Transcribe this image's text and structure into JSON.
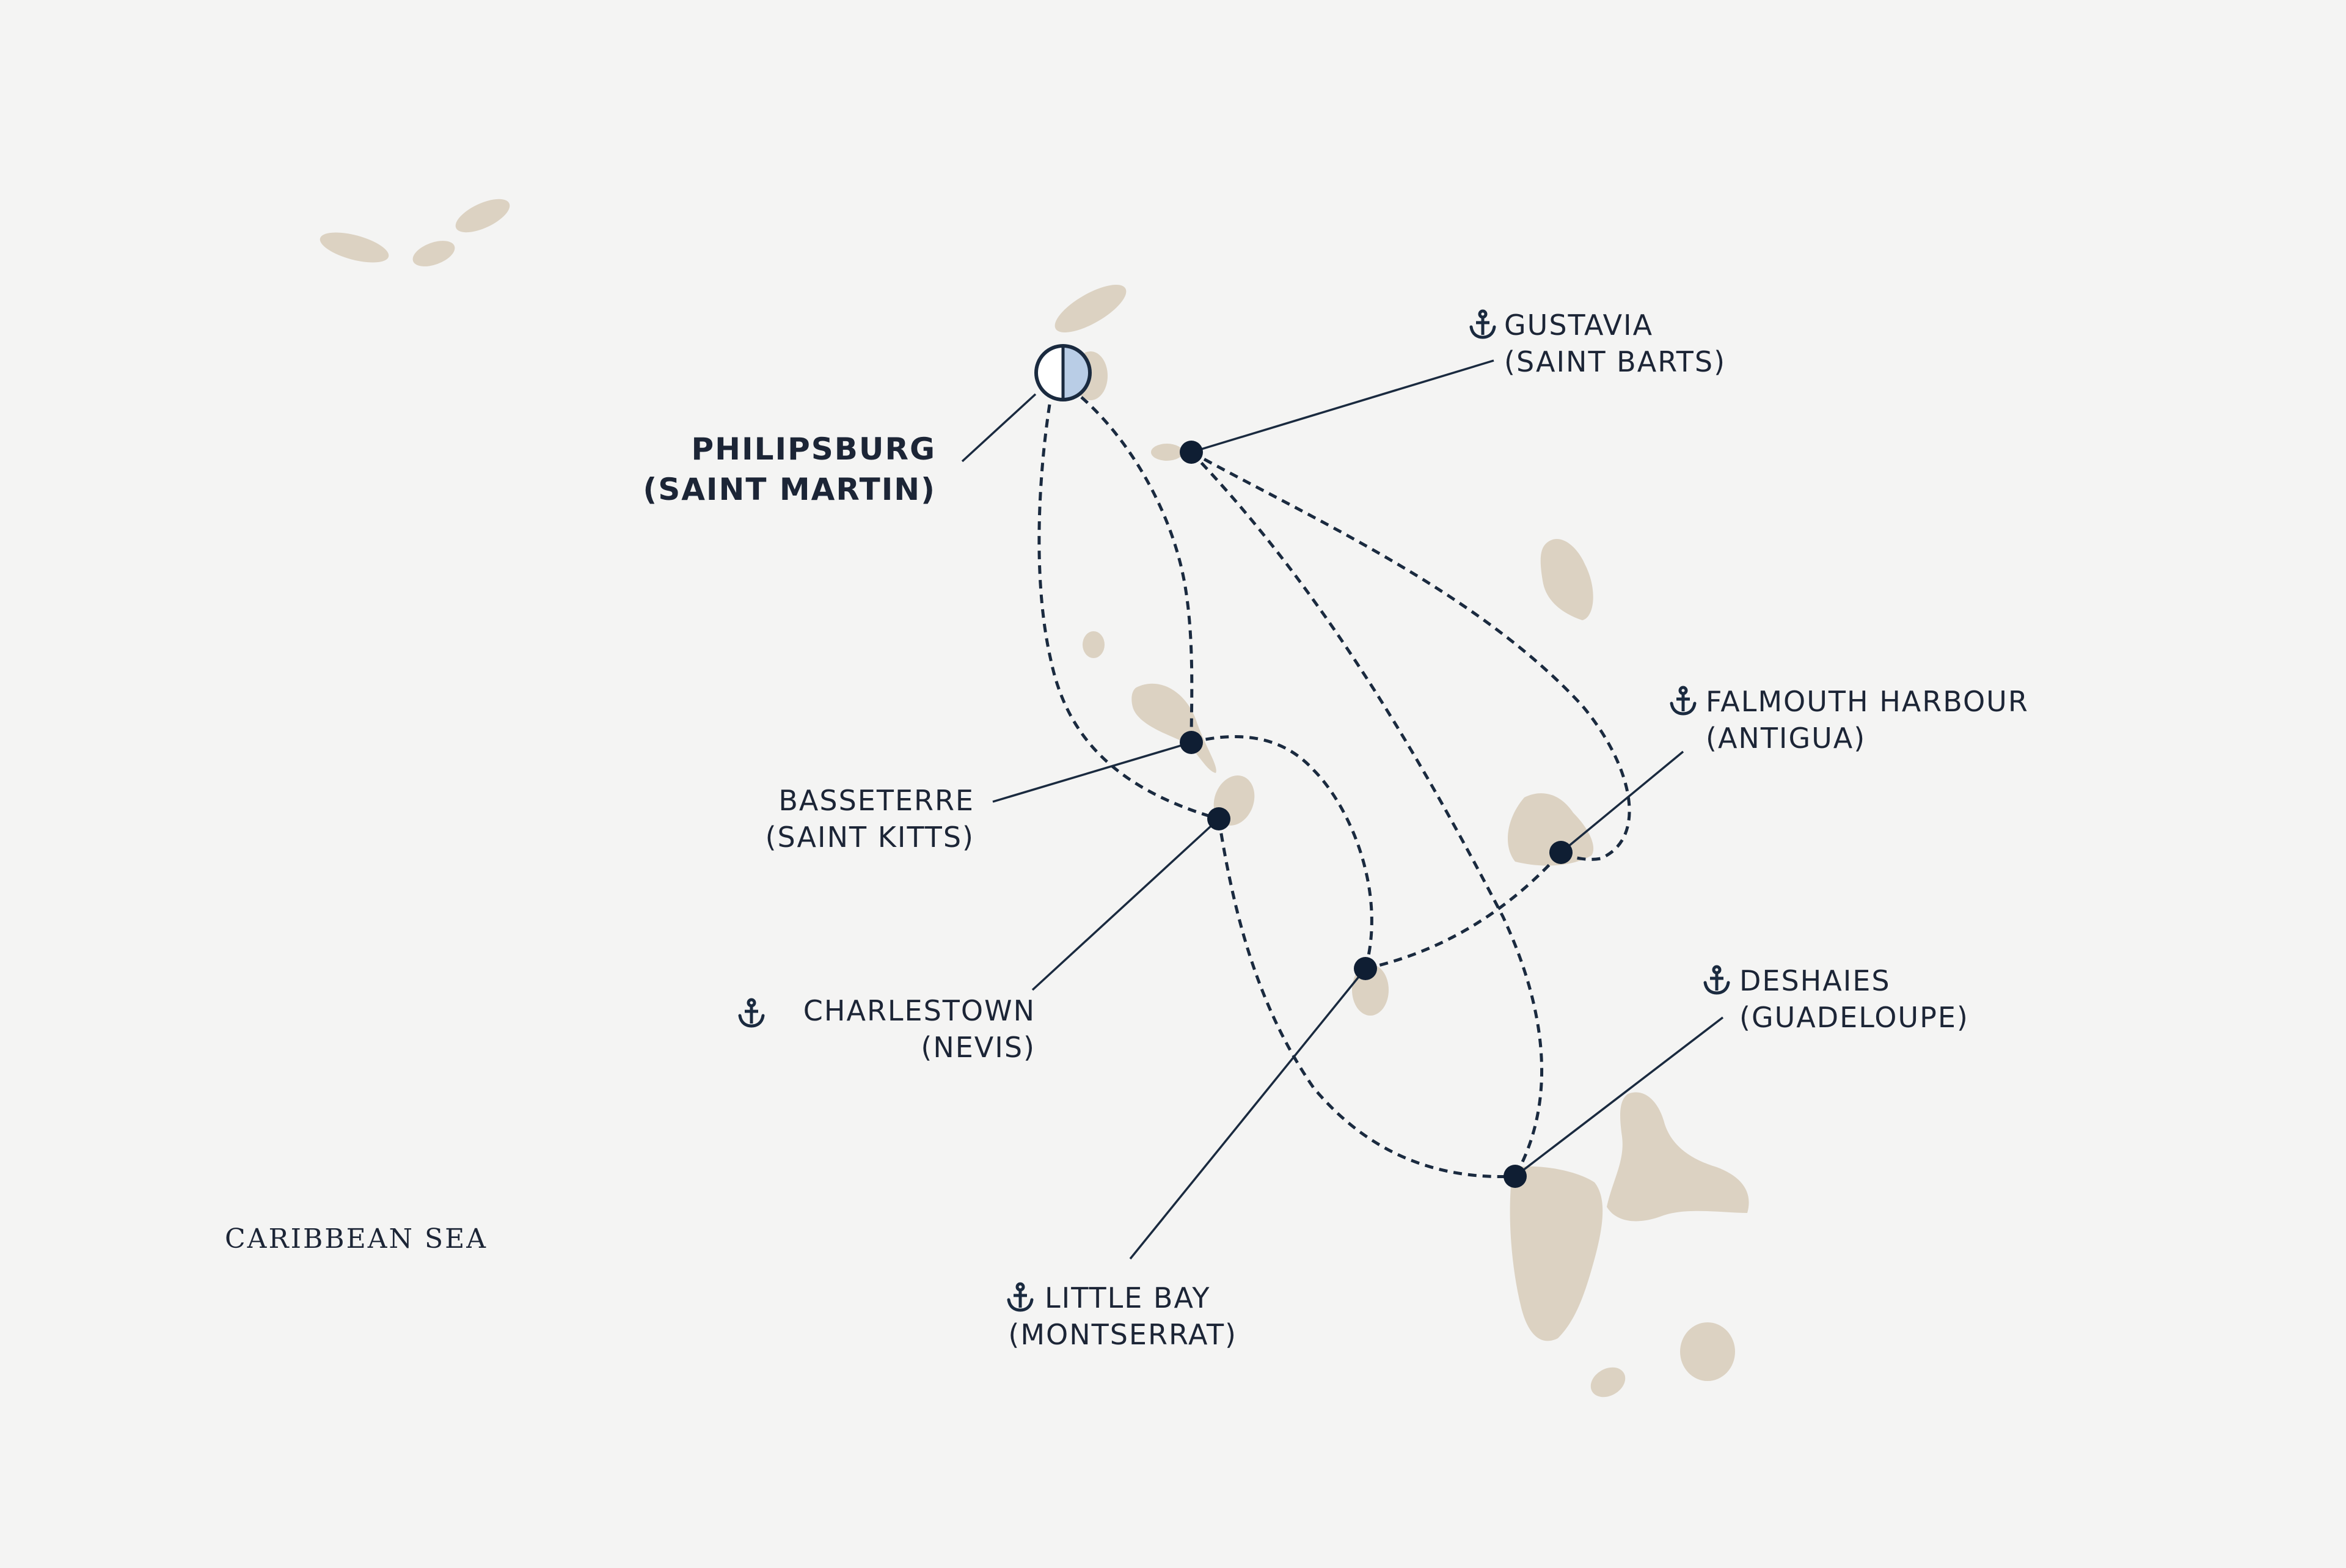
{
  "sea_label": "CARIBBEAN SEA",
  "ports": [
    {
      "id": "philipsburg",
      "name": "PHILIPSBURG",
      "country": "(SAINT MARTIN)",
      "icon": "start-port-icon"
    },
    {
      "id": "gustavia",
      "name": "GUSTAVIA",
      "country": "(SAINT BARTS)",
      "icon": "anchor-icon"
    },
    {
      "id": "basseterre",
      "name": "BASSETERRE",
      "country": "(SAINT KITTS)",
      "icon": "none"
    },
    {
      "id": "charlestown",
      "name": "CHARLESTOWN",
      "country": "(NEVIS)",
      "icon": "anchor-icon"
    },
    {
      "id": "falmouth",
      "name": "FALMOUTH HARBOUR",
      "country": "(ANTIGUA)",
      "icon": "anchor-icon"
    },
    {
      "id": "deshaies",
      "name": "DESHAIES",
      "country": "(GUADELOUPE)",
      "icon": "anchor-icon"
    },
    {
      "id": "littlebay",
      "name": "LITTLE BAY",
      "country": "(MONTSERRAT)",
      "icon": "anchor-icon"
    }
  ],
  "colors": {
    "background": "#f4f4f3",
    "land": "#dcd2c2",
    "route": "#1a2a3f",
    "start_marker_fill": "#b9cde6"
  }
}
